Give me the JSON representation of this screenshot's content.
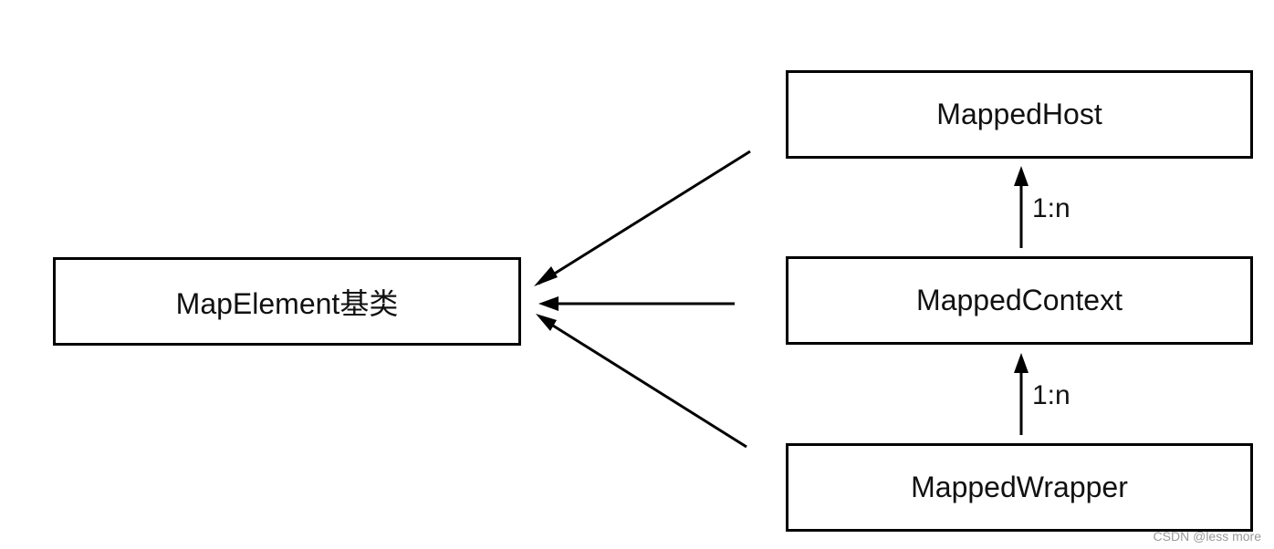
{
  "diagram": {
    "nodes": {
      "base": "MapElement基类",
      "host": "MappedHost",
      "context": "MappedContext",
      "wrapper": "MappedWrapper"
    },
    "edges": [
      {
        "from": "host",
        "to": "base"
      },
      {
        "from": "context",
        "to": "base"
      },
      {
        "from": "wrapper",
        "to": "base"
      },
      {
        "from": "context",
        "to": "host",
        "label": "1:n"
      },
      {
        "from": "wrapper",
        "to": "context",
        "label": "1:n"
      }
    ],
    "labels": {
      "context_to_host": "1:n",
      "wrapper_to_context": "1:n"
    }
  },
  "watermark": "CSDN @less more"
}
